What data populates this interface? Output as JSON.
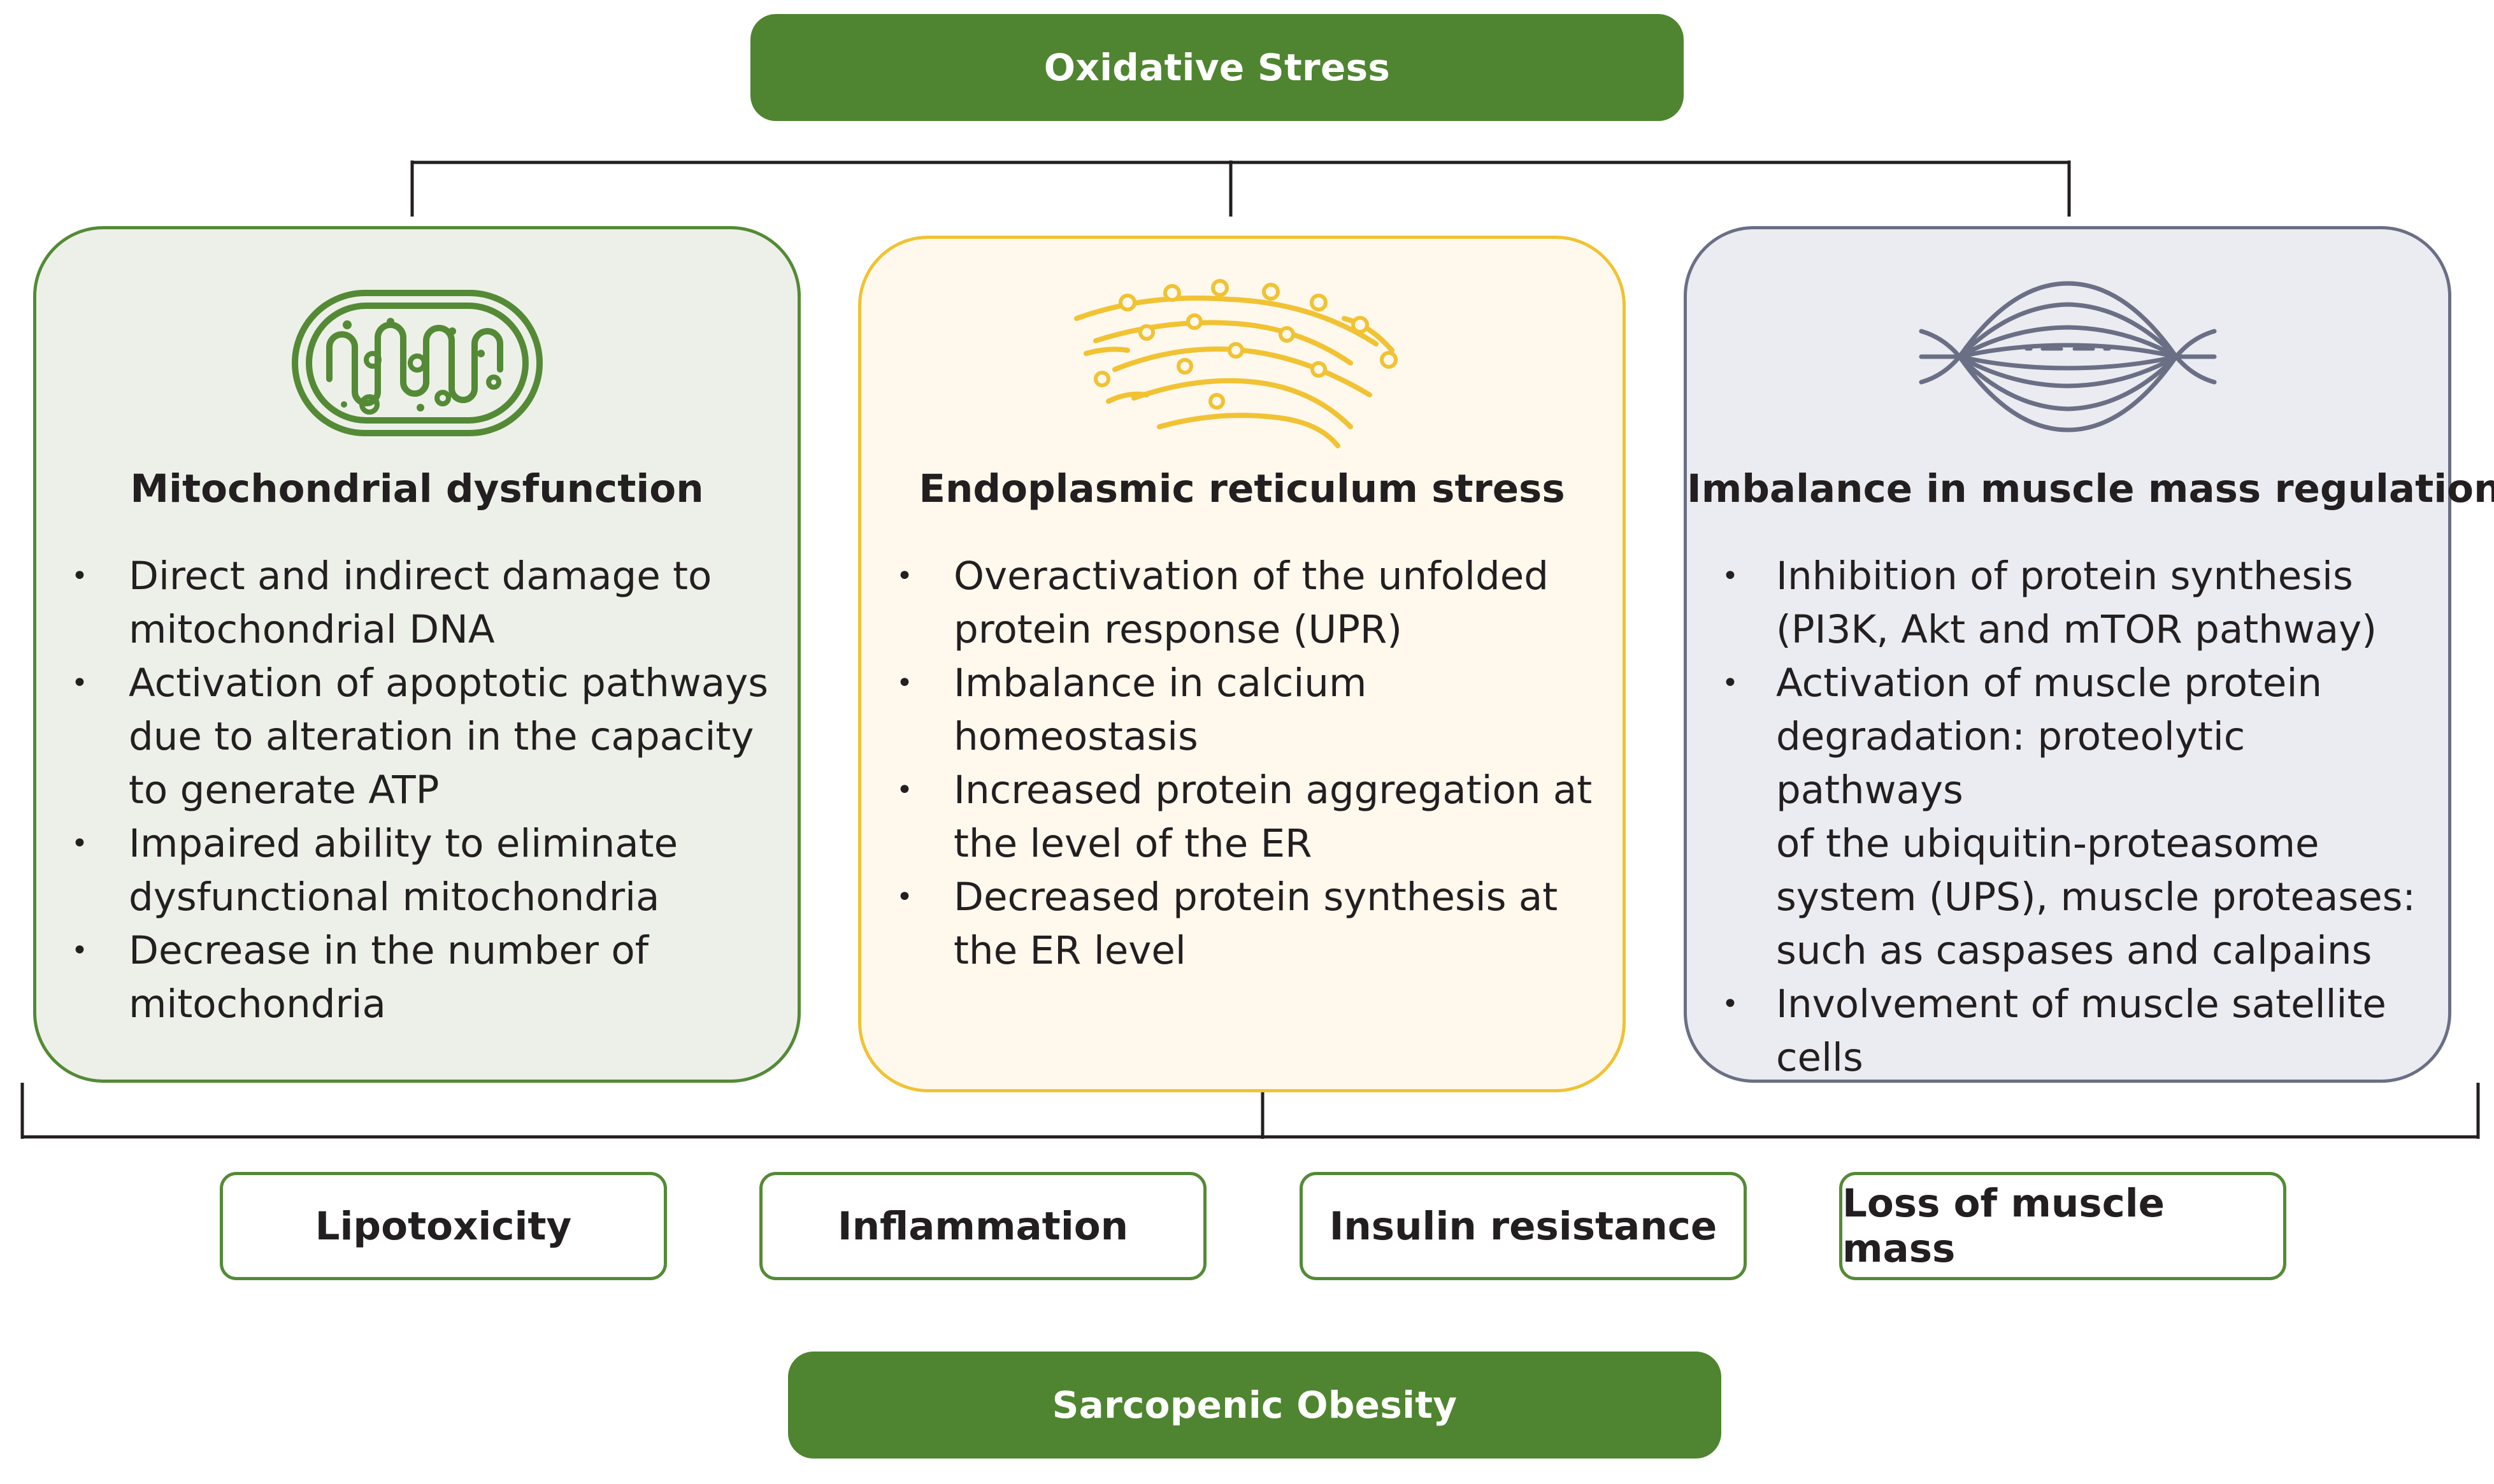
{
  "top_node": {
    "label": "Oxidative Stress"
  },
  "bottom_node": {
    "label": "Sarcopenic Obesity"
  },
  "colors": {
    "dark_green": "#4f8530",
    "card_green_border": "#548a36",
    "card_green_fill": "#edf0e8",
    "card_yellow_border": "#f1c232",
    "card_yellow_fill": "#fef8ed",
    "card_gray_border": "#6b6f85",
    "card_gray_fill": "#ebecf1",
    "connector": "#231f20"
  },
  "cards": [
    {
      "icon": "mitochondrion-icon",
      "title": "Mitochondrial dysfunction",
      "bullets": [
        "Direct and indirect damage to\nmitochondrial DNA",
        "Activation of apoptotic pathways\ndue to alteration in the capacity\nto generate ATP",
        "Impaired ability to eliminate\ndysfunctional mitochondria",
        "Decrease in the number of\nmitochondria"
      ]
    },
    {
      "icon": "endoplasmic-reticulum-icon",
      "title": "Endoplasmic reticulum stress",
      "bullets": [
        "Overactivation of the unfolded\nprotein response (UPR)",
        "Imbalance in calcium\nhomeostasis",
        "Increased protein aggregation at\nthe level of the ER",
        "Decreased protein synthesis at\nthe ER level"
      ]
    },
    {
      "icon": "muscle-fiber-icon",
      "title": "Imbalance in muscle mass regulation",
      "bullets": [
        "Inhibition of protein synthesis\n(PI3K, Akt and mTOR pathway)",
        "Activation of muscle protein\ndegradation: proteolytic pathways\nof the ubiquitin-proteasome\nsystem (UPS), muscle proteases:\nsuch as caspases and calpains",
        "Involvement of muscle satellite\ncells"
      ]
    }
  ],
  "outcomes": [
    "Lipotoxicity",
    "Inflammation",
    "Insulin resistance",
    "Loss of muscle mass"
  ]
}
